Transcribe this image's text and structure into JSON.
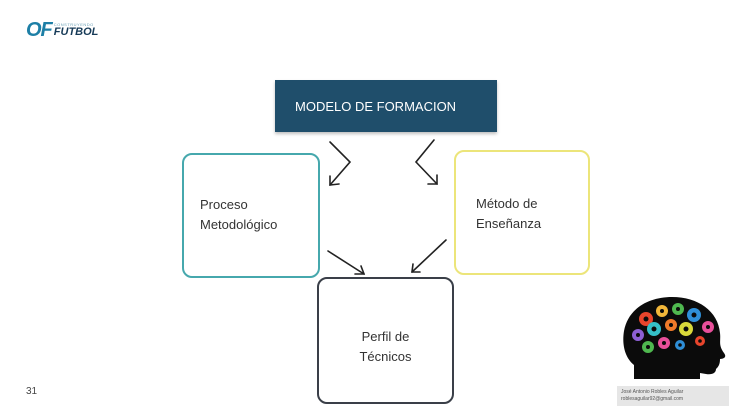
{
  "logo": {
    "mark": "OF",
    "small_text": "CONSTRUYENDO",
    "big_text": "FUTBOL"
  },
  "diagram": {
    "top": "MODELO DE FORMACION",
    "left": [
      "Proceso",
      "Metodológico"
    ],
    "right": [
      "Método de",
      "Enseñanza"
    ],
    "bottom": [
      "Perfil de",
      "Técnicos"
    ]
  },
  "page_number": "31",
  "credit": {
    "name": "José Antonio Robles Aguilar",
    "email": "roblesaguilar92@gmail.com"
  },
  "colors": {
    "top_box": "#1f4e6b",
    "left_border": "#46a8ad",
    "right_border": "#ece57a",
    "bottom_border": "#3a3f48"
  }
}
